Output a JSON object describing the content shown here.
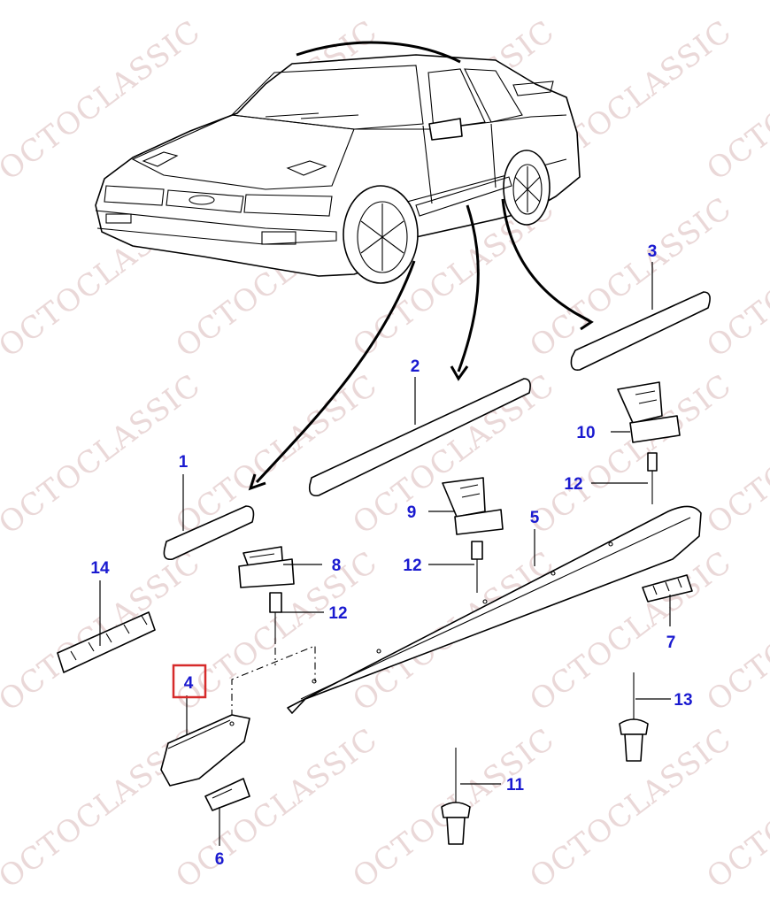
{
  "watermark": {
    "text": "OCTOCLASSIC"
  },
  "colors": {
    "label": "#1a1ad0",
    "highlight": "#d62b2b",
    "watermark": "#d9b9b9"
  },
  "callouts": [
    {
      "id": "1",
      "text": "1"
    },
    {
      "id": "2",
      "text": "2"
    },
    {
      "id": "3",
      "text": "3"
    },
    {
      "id": "4",
      "text": "4",
      "highlighted": true
    },
    {
      "id": "5",
      "text": "5"
    },
    {
      "id": "6",
      "text": "6"
    },
    {
      "id": "7",
      "text": "7"
    },
    {
      "id": "8",
      "text": "8"
    },
    {
      "id": "9",
      "text": "9"
    },
    {
      "id": "10",
      "text": "10"
    },
    {
      "id": "11",
      "text": "11"
    },
    {
      "id": "12a",
      "text": "12"
    },
    {
      "id": "12b",
      "text": "12"
    },
    {
      "id": "12c",
      "text": "12"
    },
    {
      "id": "13",
      "text": "13"
    },
    {
      "id": "14",
      "text": "14"
    }
  ]
}
